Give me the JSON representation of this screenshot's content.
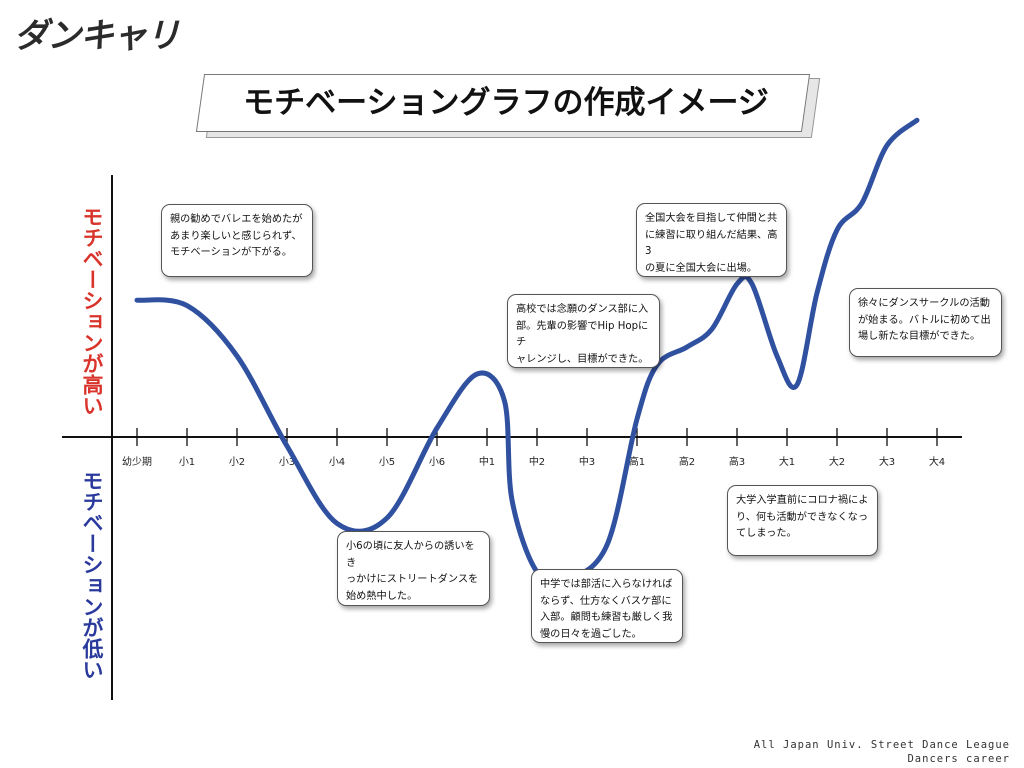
{
  "logo": "ダンキャリ",
  "title": "モチベーショングラフの作成イメージ",
  "y_label_high": "モチベーションが高い",
  "y_label_low": "モチベーションが低い",
  "footer": "All Japan Univ. Street Dance League\nDancers career",
  "colors": {
    "curve": "#3050a0",
    "high_label": "#d9342b",
    "low_label": "#2a3a9c",
    "axis": "#111111"
  },
  "chart_data": {
    "type": "line",
    "categories": [
      "幼少期",
      "小1",
      "小2",
      "小3",
      "小4",
      "小5",
      "小6",
      "中1",
      "中2",
      "中3",
      "高1",
      "高2",
      "高3",
      "大1",
      "大2",
      "大3",
      "大4"
    ],
    "ylim": [
      -1,
      1
    ],
    "ylabel_high": "モチベーションが高い",
    "ylabel_low": "モチベーションが低い",
    "grid": false,
    "series": [
      {
        "points": [
          {
            "x": 0.0,
            "y": 0.76
          },
          {
            "x": 1.0,
            "y": 0.73
          },
          {
            "x": 2.0,
            "y": 0.45
          },
          {
            "x": 3.0,
            "y": -0.05
          },
          {
            "x": 4.0,
            "y": -0.48
          },
          {
            "x": 5.0,
            "y": -0.45
          },
          {
            "x": 6.0,
            "y": 0.05
          },
          {
            "x": 6.8,
            "y": 0.35
          },
          {
            "x": 7.35,
            "y": 0.2
          },
          {
            "x": 7.5,
            "y": -0.35
          },
          {
            "x": 8.0,
            "y": -0.75
          },
          {
            "x": 8.6,
            "y": -0.79
          },
          {
            "x": 9.4,
            "y": -0.6
          },
          {
            "x": 10.0,
            "y": 0.1
          },
          {
            "x": 10.4,
            "y": 0.4
          },
          {
            "x": 11.0,
            "y": 0.5
          },
          {
            "x": 11.5,
            "y": 0.6
          },
          {
            "x": 12.0,
            "y": 0.85
          },
          {
            "x": 12.3,
            "y": 0.85
          },
          {
            "x": 12.8,
            "y": 0.45
          },
          {
            "x": 13.2,
            "y": 0.29
          },
          {
            "x": 13.6,
            "y": 0.8
          },
          {
            "x": 14.0,
            "y": 1.15
          },
          {
            "x": 14.5,
            "y": 1.3
          },
          {
            "x": 15.0,
            "y": 1.62
          },
          {
            "x": 15.6,
            "y": 1.76
          }
        ]
      }
    ],
    "annotations": [
      {
        "text": "親の勧めでバレエを始めたが\nあまり楽しいと感じられず、\nモチベーションが下がる。"
      },
      {
        "text": "小6の頃に友人からの誘いをき\nっかけにストリートダンスを\n始め熱中した。"
      },
      {
        "text": "高校では念願のダンス部に入\n部。先輩の影響でHip Hopにチ\nャレンジし、目標ができた。"
      },
      {
        "text": "中学では部活に入らなければ\nならず、仕方なくバスケ部に\n入部。顧問も練習も厳しく我\n慢の日々を過ごした。"
      },
      {
        "text": "全国大会を目指して仲間と共\nに練習に取り組んだ結果、高3\nの夏に全国大会に出場。"
      },
      {
        "text": "大学入学直前にコロナ禍によ\nり、何も活動ができなくなっ\nてしまった。"
      },
      {
        "text": "徐々にダンスサークルの活動\nが始まる。バトルに初めて出\n場し新たな目標ができた。"
      }
    ]
  }
}
